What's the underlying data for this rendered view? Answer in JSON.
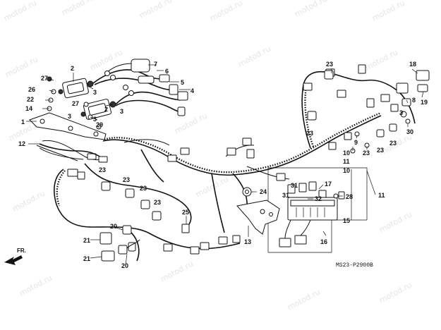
{
  "watermark": {
    "text": "motod.ru"
  },
  "direction_label": "FR.",
  "drawing_code": "MS23-P2900B",
  "callouts": {
    "c1": "1",
    "c2a": "2",
    "c2b": "2",
    "c3a": "3",
    "c3b": "3",
    "c3c": "3",
    "c3d": "3",
    "c4": "4",
    "c5": "5",
    "c6": "6",
    "c7": "7",
    "c8": "8",
    "c9": "9",
    "c10a": "10",
    "c10b": "10",
    "c11a": "11",
    "c11b": "11",
    "c12": "12",
    "c13": "13",
    "c14": "14",
    "c15": "15",
    "c16": "16",
    "c17": "17",
    "c18": "18",
    "c19": "19",
    "c20a": "20",
    "c20b": "20",
    "c21a": "21",
    "c21b": "21",
    "c22": "22",
    "c23a": "23",
    "c23b": "23",
    "c23c": "23",
    "c23d": "23",
    "c23e": "23",
    "c23f": "23",
    "c23g": "23",
    "c24": "24",
    "c25": "25",
    "c26": "26",
    "c27a": "27",
    "c27b": "27",
    "c28": "28",
    "c29": "29",
    "c30": "30",
    "c31a": "31",
    "c31b": "31",
    "c32": "32"
  }
}
